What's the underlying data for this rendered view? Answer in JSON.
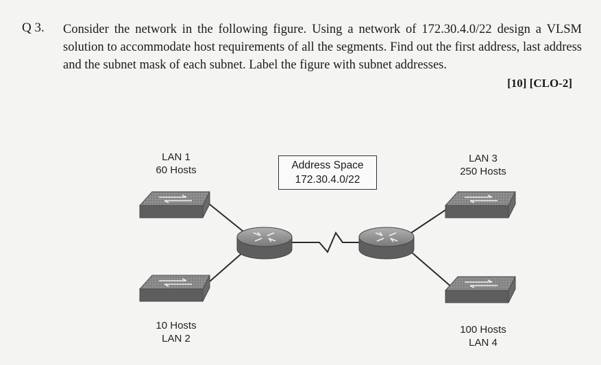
{
  "question": {
    "number": "Q 3.",
    "text": "Consider the network in the following figure. Using a network of 172.30.4.0/22 design a VLSM solution to accommodate host requirements of all the segments. Find out the first address, last address and the subnet mask of each subnet. Label the figure with subnet addresses.",
    "marks": "[10] [CLO-2]"
  },
  "diagram": {
    "address_space": {
      "title": "Address Space",
      "network": "172.30.4.0/22"
    },
    "lans": [
      {
        "name": "LAN 1",
        "hosts": "60 Hosts"
      },
      {
        "name": "LAN 2",
        "hosts": "10 Hosts"
      },
      {
        "name": "LAN 3",
        "hosts": "250 Hosts"
      },
      {
        "name": "LAN 4",
        "hosts": "100 Hosts"
      }
    ],
    "icons": {
      "switch": "switch-icon",
      "router": "router-icon"
    },
    "colors": {
      "device_top": "#8c8c8c",
      "device_side": "#5e5e5e",
      "link": "#2a2a2a"
    }
  }
}
